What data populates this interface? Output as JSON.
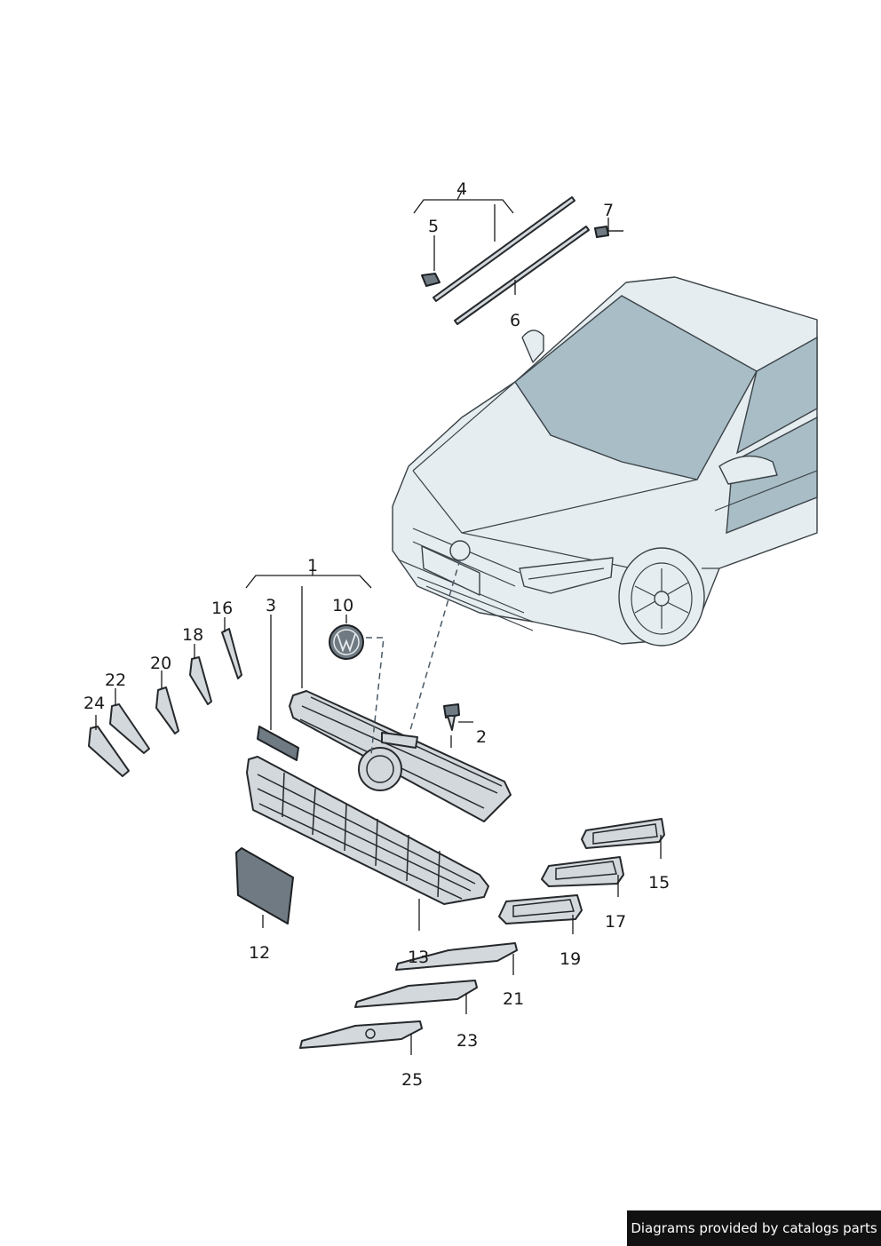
{
  "diagram": {
    "callouts": {
      "c1": "1",
      "c2": "2",
      "c3": "3",
      "c4": "4",
      "c5": "5",
      "c6": "6",
      "c7": "7",
      "c10": "10",
      "c12": "12",
      "c13": "13",
      "c15": "15",
      "c16": "16",
      "c17": "17",
      "c18": "18",
      "c19": "19",
      "c20": "20",
      "c21": "21",
      "c22": "22",
      "c23": "23",
      "c24": "24",
      "c25": "25"
    }
  },
  "footer": {
    "credit": "Diagrams provided by catalogs parts"
  }
}
